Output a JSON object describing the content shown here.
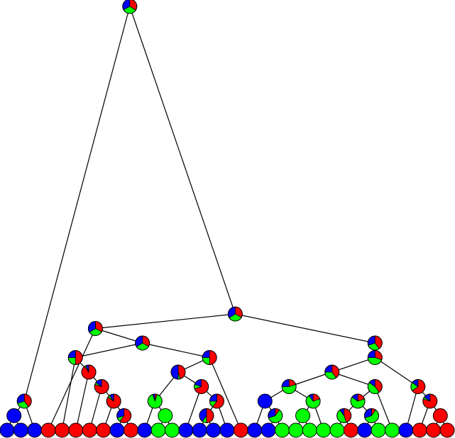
{
  "colors": {
    "red": "#ff0000",
    "green": "#00ff00",
    "blue": "#0000ff"
  },
  "tree": {
    "r": [
      0.34,
      0.33,
      0.33
    ],
    "children": [
      {
        "r": [
          0.4,
          0.3,
          0.3
        ],
        "children": [
          {
            "r": [
              0,
              0,
              1
            ],
            "children": [
              {
                "r": [
                  0,
                  0,
                  1
                ]
              },
              {
                "r": [
                  0,
                  0,
                  1
                ]
              }
            ]
          },
          {
            "r": [
              0,
              0,
              1
            ]
          }
        ]
      },
      {
        "r": [
          0.33,
          0.33,
          0.34
        ],
        "children": [
          {
            "r": [
              0.33,
              0.33,
              0.34
            ],
            "children": [
              {
                "r": [
                  1,
                  0,
                  0
                ]
              },
              {
                "r": [
                  0.33,
                  0.33,
                  0.34
                ],
                "children": [
                  {
                    "r": [
                      0.5,
                      0.25,
                      0.25
                    ],
                    "children": [
                      {
                        "r": [
                          1,
                          0,
                          0
                        ]
                      },
                      {
                        "r": [
                          0.9,
                          0.03,
                          0.07
                        ],
                        "children": [
                          {
                            "r": [
                              1,
                              0,
                              0
                            ]
                          },
                          {
                            "r": [
                              0.8,
                              0.05,
                              0.15
                            ],
                            "children": [
                              {
                                "r": [
                                  1,
                                  0,
                                  0
                                ]
                              },
                              {
                                "r": [
                                  0.85,
                                  0.05,
                                  0.1
                                ],
                                "children": [
                                  {
                                    "r": [
                                      1,
                                      0,
                                      0
                                    ]
                                  },
                                  {
                                    "r": [
                                      0.6,
                                      0.1,
                                      0.3
                                    ],
                                    "children": [
                                      {
                                        "r": [
                                          0,
                                          0,
                                          1
                                        ]
                                      },
                                      {
                                        "r": [
                                          1,
                                          0,
                                          0
                                        ]
                                      }
                                    ]
                                  }
                                ]
                              }
                            ]
                          }
                        ]
                      }
                    ]
                  },
                  {
                    "r": [
                      0.5,
                      0.25,
                      0.25
                    ],
                    "children": [
                      {
                        "r": [
                          0.45,
                          0.05,
                          0.5
                        ],
                        "children": [
                          {
                            "r": [
                              0.05,
                              0.9,
                              0.05
                            ],
                            "children": [
                              {
                                "r": [
                                  0,
                                  0,
                                  1
                                ]
                              },
                              {
                                "r": [
                                  0,
                                  1,
                                  0
                                ],
                                "children": [
                                  {
                                    "r": [
                                      0,
                                      1,
                                      0
                                    ]
                                  },
                                  {
                                    "r": [
                                      0,
                                      1,
                                      0
                                    ]
                                  }
                                ]
                              }
                            ]
                          },
                          {
                            "r": [
                              0.7,
                              0.1,
                              0.2
                            ],
                            "children": [
                              {
                                "r": [
                                  0,
                                  0,
                                  1
                                ]
                              },
                              {
                                "r": [
                                  0.6,
                                  0.15,
                                  0.25
                                ],
                                "children": [
                                  {
                                    "r": [
                                      0.5,
                                      0.1,
                                      0.4
                                    ],
                                    "children": [
                                      {
                                        "r": [
                                          0,
                                          0,
                                          1
                                        ]
                                      },
                                      {
                                        "r": [
                                          0,
                                          0,
                                          1
                                        ]
                                      }
                                    ]
                                  },
                                  {
                                    "r": [
                                      0,
                                      0,
                                      1
                                    ]
                                  }
                                ]
                              }
                            ]
                          }
                        ]
                      },
                      {
                        "r": [
                          1,
                          0,
                          0
                        ]
                      }
                    ]
                  }
                ]
              }
            ]
          },
          {
            "r": [
              0.4,
              0.3,
              0.3
            ],
            "children": [
              {
                "r": [
                  0.3,
                  0.45,
                  0.25
                ],
                "children": [
                  {
                    "r": [
                      0.4,
                      0.35,
                      0.25
                    ],
                    "children": [
                      {
                        "r": [
                          0.2,
                          0.55,
                          0.25
                        ],
                        "children": [
                          {
                            "r": [
                              0,
                              0,
                              1
                            ],
                            "children": [
                              {
                                "r": [
                                  0,
                                  0,
                                  1
                                ]
                              },
                              {
                                "r": [
                                  0.1,
                                  0.6,
                                  0.3
                                ],
                                "children": [
                                  {
                                    "r": [
                                      0,
                                      0,
                                      1
                                    ]
                                  },
                                  {
                                    "r": [
                                      0,
                                      1,
                                      0
                                    ]
                                  }
                                ]
                              }
                            ]
                          },
                          {
                            "r": [
                              0.2,
                              0.7,
                              0.1
                            ],
                            "children": [
                              {
                                "r": [
                                  0,
                                  1,
                                  0
                                ],
                                "children": [
                                  {
                                    "r": [
                                      0,
                                      1,
                                      0
                                    ]
                                  },
                                  {
                                    "r": [
                                      0,
                                      1,
                                      0
                                    ]
                                  }
                                ]
                              },
                              {
                                "r": [
                                  0,
                                  1,
                                  0
                                ]
                              }
                            ]
                          }
                        ]
                      },
                      {
                        "r": [
                          0.4,
                          0.45,
                          0.15
                        ],
                        "children": [
                          {
                            "r": [
                              0.2,
                              0.65,
                              0.15
                            ],
                            "children": [
                              {
                                "r": [
                                  0.45,
                                  0.45,
                                  0.1
                                ],
                                "children": [
                                  {
                                    "r": [
                                      0,
                                      1,
                                      0
                                    ]
                                  },
                                  {
                                    "r": [
                                      1,
                                      0,
                                      0
                                    ]
                                  }
                                ]
                              },
                              {
                                "r": [
                                  0.1,
                                  0.6,
                                  0.3
                                ],
                                "children": [
                                  {
                                    "r": [
                                      0,
                                      0,
                                      1
                                    ]
                                  },
                                  {
                                    "r": [
                                      0,
                                      1,
                                      0
                                    ]
                                  }
                                ]
                              }
                            ]
                          },
                          {
                            "r": [
                              0,
                              1,
                              0
                            ]
                          }
                        ]
                      }
                    ]
                  },
                  {
                    "r": [
                      0.65,
                      0.2,
                      0.15
                    ],
                    "children": [
                      {
                        "r": [
                          0,
                          0,
                          1
                        ]
                      },
                      {
                        "r": [
                          0.8,
                          0.05,
                          0.15
                        ],
                        "children": [
                          {
                            "r": [
                              1,
                              0,
                              0
                            ]
                          },
                          {
                            "r": [
                              1,
                              0,
                              0
                            ],
                            "children": [
                              {
                                "r": [
                                  1,
                                  0,
                                  0
                                ]
                              },
                              {
                                "r": [
                                  1,
                                  0,
                                  0
                                ]
                              }
                            ]
                          }
                        ]
                      }
                    ]
                  }
                ]
              }
            ]
          }
        ]
      }
    ]
  }
}
